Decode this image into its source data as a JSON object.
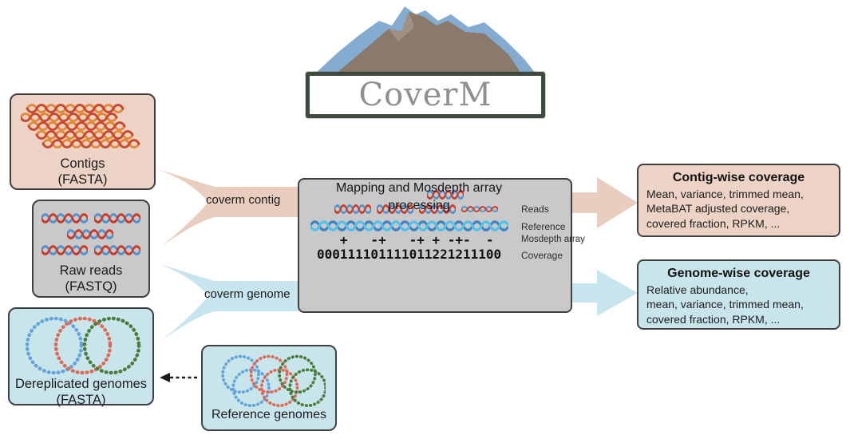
{
  "logo": {
    "title": "CoverM"
  },
  "boxes": {
    "contigs": {
      "line1": "Contigs",
      "line2": "(FASTA)"
    },
    "raw_reads": {
      "line1": "Raw reads",
      "line2": "(FASTQ)"
    },
    "dereplicated": {
      "line1": "Dereplicated genomes",
      "line2": "(FASTA)"
    },
    "reference": {
      "label": "Reference genomes"
    }
  },
  "flows": {
    "contig_label": "coverm contig",
    "genome_label": "coverm genome"
  },
  "processing": {
    "labels": {
      "reads": "Reads",
      "reference": "Reference",
      "mosdepth": "Mosdepth array",
      "coverage": "Coverage"
    },
    "mosdepth_array": "   +   -+   -+ + -+-  - ",
    "coverage_values": "000111101111011221211100",
    "caption_line1": "Mapping and Mosdepth array",
    "caption_line2": "processing"
  },
  "outputs": {
    "contig_wise": {
      "title": "Contig-wise coverage",
      "lines": [
        "Mean, variance, trimmed mean,",
        "MetaBAT adjusted coverage,",
        "covered fraction, RPKM, ..."
      ]
    },
    "genome_wise": {
      "title": "Genome-wise coverage",
      "lines": [
        "Relative abundance,",
        "mean, variance, trimmed mean,",
        "covered fraction, RPKM, ..."
      ]
    }
  },
  "colors": {
    "salmon_box": "#ecd3c5",
    "gray_box": "#c9c9c9",
    "blue_box": "#c9e5ec",
    "arrow_pink": "#e9cdbf",
    "arrow_blue": "#c7e5ee",
    "border": "#404040",
    "helix_red": "#cb3b27",
    "helix_blue": "#4f93d2",
    "wave_blue": "#3d85c6",
    "wave_cyan": "#55c0e8",
    "circle_blue": "#64a4d8",
    "circle_red": "#dd6a55",
    "circle_green": "#4a7d3a",
    "mountain_blue": "#84abd0",
    "mountain_brown": "#8b7a6c"
  }
}
